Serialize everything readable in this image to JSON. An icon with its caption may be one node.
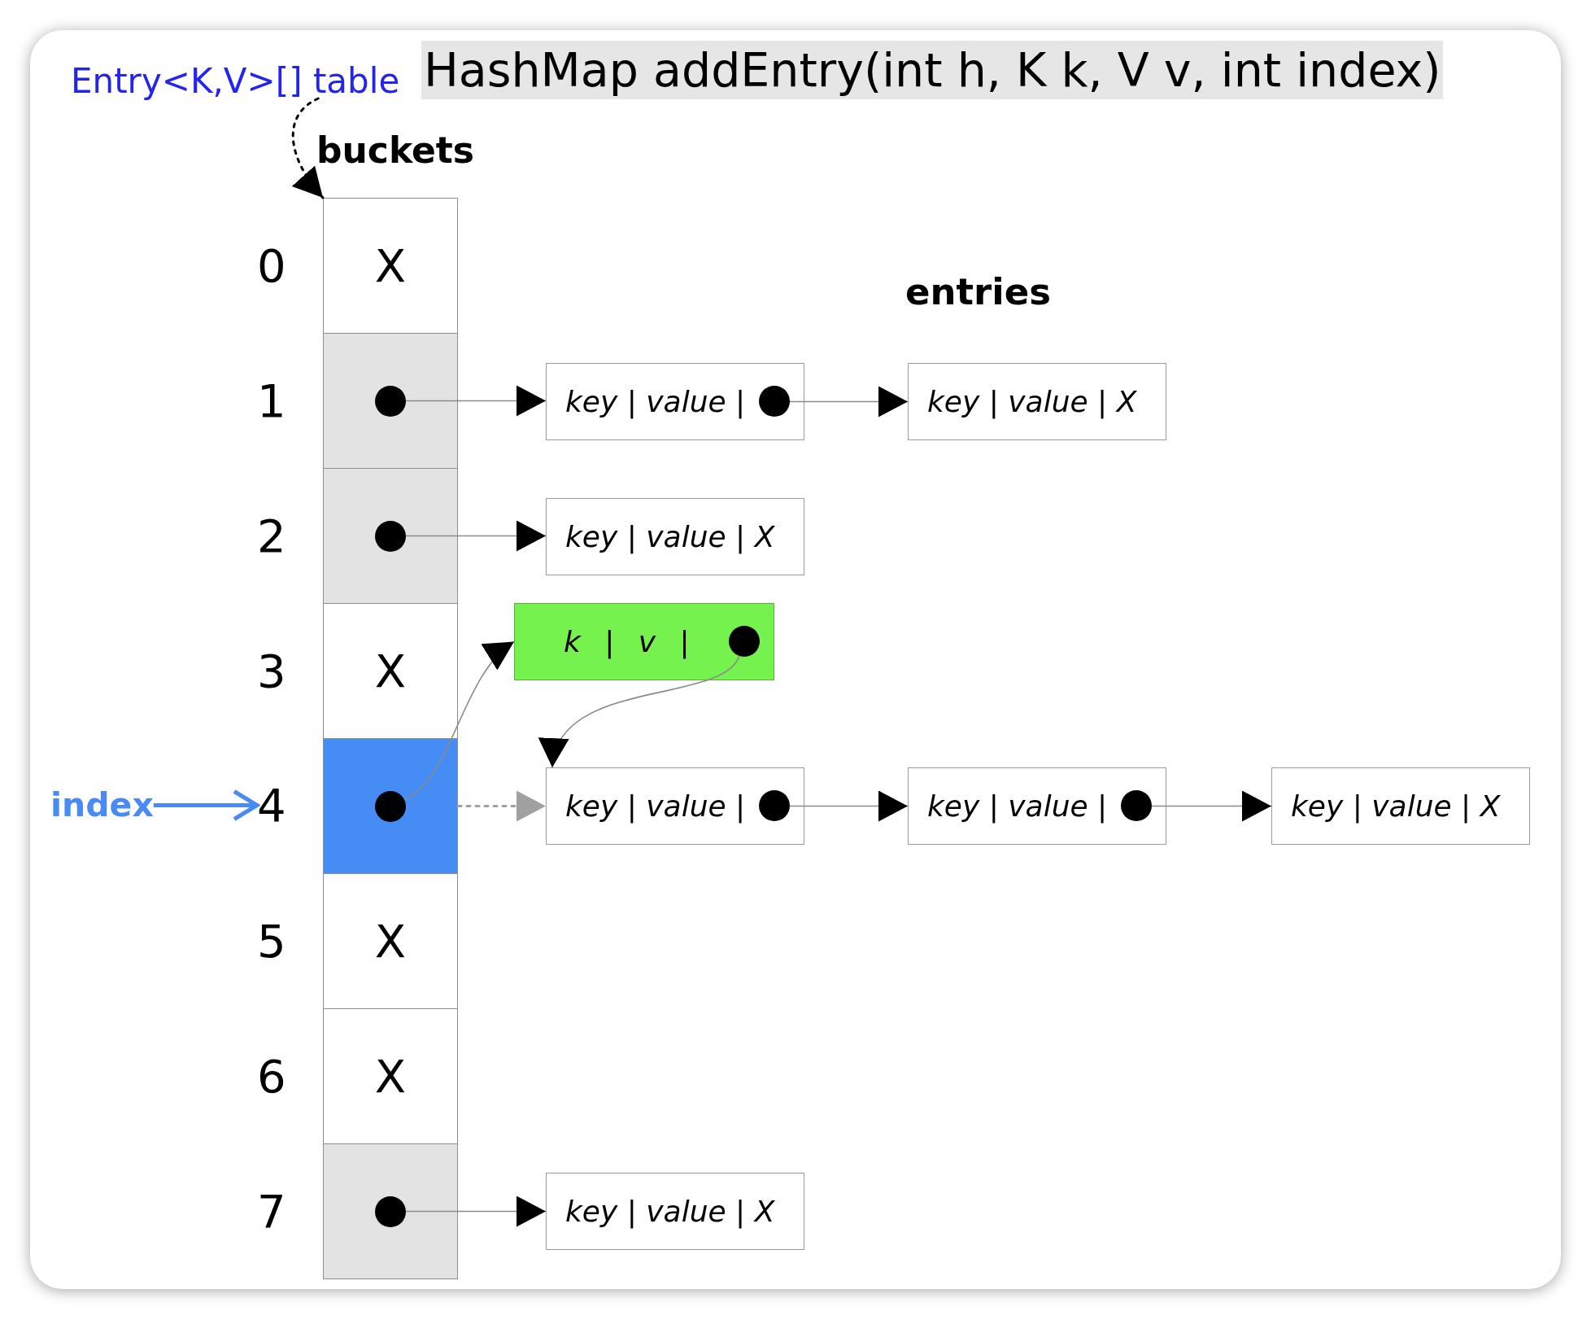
{
  "diagram": {
    "title": "HashMap addEntry(int h, K k, V v, int index)",
    "nodes": [
      {
        "text": [
          "Entry<K,V>[] table"
        ]
      },
      {
        "text": [
          "buckets"
        ]
      },
      {
        "text": [
          "X"
        ],
        "in": 1,
        "beside": [
          "0"
        ]
      },
      {
        "text": [],
        "shape": "box",
        "in": 1,
        "beside": [
          "1"
        ]
      },
      {
        "text": [],
        "shape": "box",
        "in": 1,
        "beside": [
          "2"
        ]
      },
      {
        "text": [
          "X"
        ],
        "in": 1,
        "beside": [
          "3"
        ]
      },
      {
        "text": [],
        "shape": "box",
        "in": 1
      },
      {
        "text": [
          "X"
        ],
        "in": 1,
        "beside": [
          "5"
        ]
      },
      {
        "text": [
          "X"
        ],
        "in": 1,
        "beside": [
          "6"
        ]
      },
      {
        "text": [],
        "shape": "box",
        "in": 1,
        "beside": [
          "7"
        ]
      },
      {
        "text": [
          "index"
        ]
      },
      {
        "text": [
          "4"
        ]
      },
      {
        "text": [
          "key | value |"
        ]
      },
      {
        "text": [
          "key | value | X"
        ]
      },
      {
        "text": [
          "key | value | X"
        ]
      },
      {
        "text": [
          "k | v |"
        ]
      },
      {
        "text": [
          "key | value |"
        ]
      },
      {
        "text": [
          "key | value |"
        ]
      },
      {
        "text": [
          "key | value | X"
        ]
      },
      {
        "text": [
          "key | value | X"
        ]
      }
    ],
    "edges": [
      {
        "from": 0,
        "to": 1,
        "arrow": "to",
        "style": "dashed",
        "color": "#000000"
      },
      {
        "from": 10,
        "to": 11,
        "arrow": "to",
        "style": "thick",
        "color": "#4a8af4"
      },
      {
        "from": 3,
        "to": 12,
        "arrow": "to"
      },
      {
        "from": 12,
        "to": 13,
        "arrow": "to"
      },
      {
        "from": 4,
        "to": 14,
        "arrow": "to"
      },
      {
        "from": 6,
        "to": 15,
        "arrow": "to"
      },
      {
        "from": 15,
        "to": 16,
        "arrow": "to"
      },
      {
        "from": 6,
        "to": 16,
        "arrow": "to",
        "style": "dashed",
        "color": "#a0a0a0"
      },
      {
        "from": 16,
        "to": 17,
        "arrow": "to"
      },
      {
        "from": 17,
        "to": 18,
        "arrow": "to"
      },
      {
        "from": 9,
        "to": 19,
        "arrow": "to"
      }
    ],
    "labels": [
      "entries"
    ]
  }
}
